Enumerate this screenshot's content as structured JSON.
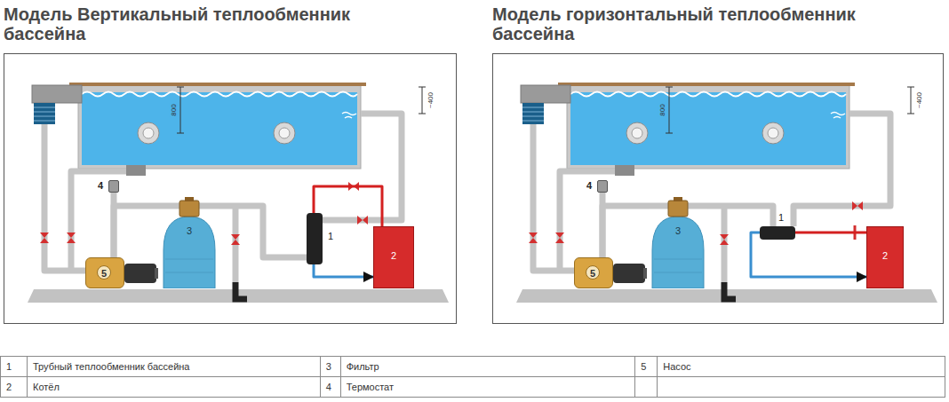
{
  "diagram": {
    "nodes": [
      {
        "text": [
          "Модель Вертикальный теплообменник бассейна"
        ]
      },
      {
        "text": [
          "4"
        ],
        "in": 0
      },
      {
        "text": [
          "3"
        ],
        "in": 0
      },
      {
        "text": [
          "1"
        ],
        "in": 0
      },
      {
        "text": [
          "2"
        ],
        "in": 0
      },
      {
        "text": [
          "5"
        ],
        "in": 0
      },
      {
        "text": [
          "Модель горизонтальный теплообменник бассейна"
        ]
      },
      {
        "text": [
          "4"
        ],
        "in": 6
      },
      {
        "text": [
          "3"
        ],
        "in": 6
      },
      {
        "text": [
          "1"
        ],
        "in": 6
      },
      {
        "text": [
          "2"
        ],
        "in": 6
      },
      {
        "text": [
          "5"
        ],
        "in": 6
      }
    ],
    "edges": [
      {
        "from": 5,
        "to": 1,
        "arrow": "none"
      },
      {
        "from": 5,
        "to": 2,
        "arrow": "none"
      },
      {
        "from": 2,
        "to": 3,
        "arrow": "none"
      },
      {
        "from": 4,
        "to": 3,
        "arrow": "none"
      },
      {
        "from": 3,
        "to": 4,
        "arrow": "to"
      },
      {
        "from": 11,
        "to": 7,
        "arrow": "none"
      },
      {
        "from": 11,
        "to": 8,
        "arrow": "none"
      },
      {
        "from": 8,
        "to": 9,
        "arrow": "none"
      },
      {
        "from": 10,
        "to": 9,
        "arrow": "none"
      },
      {
        "from": 9,
        "to": 10,
        "arrow": "to"
      }
    ],
    "labels": [
      "800",
      "~400",
      "800",
      "~400",
      "1",
      "Трубный теплообменник бассейна",
      "3",
      "Фильтр",
      "5",
      "Насос",
      "2",
      "Котёл",
      "4",
      "Термостат"
    ]
  }
}
